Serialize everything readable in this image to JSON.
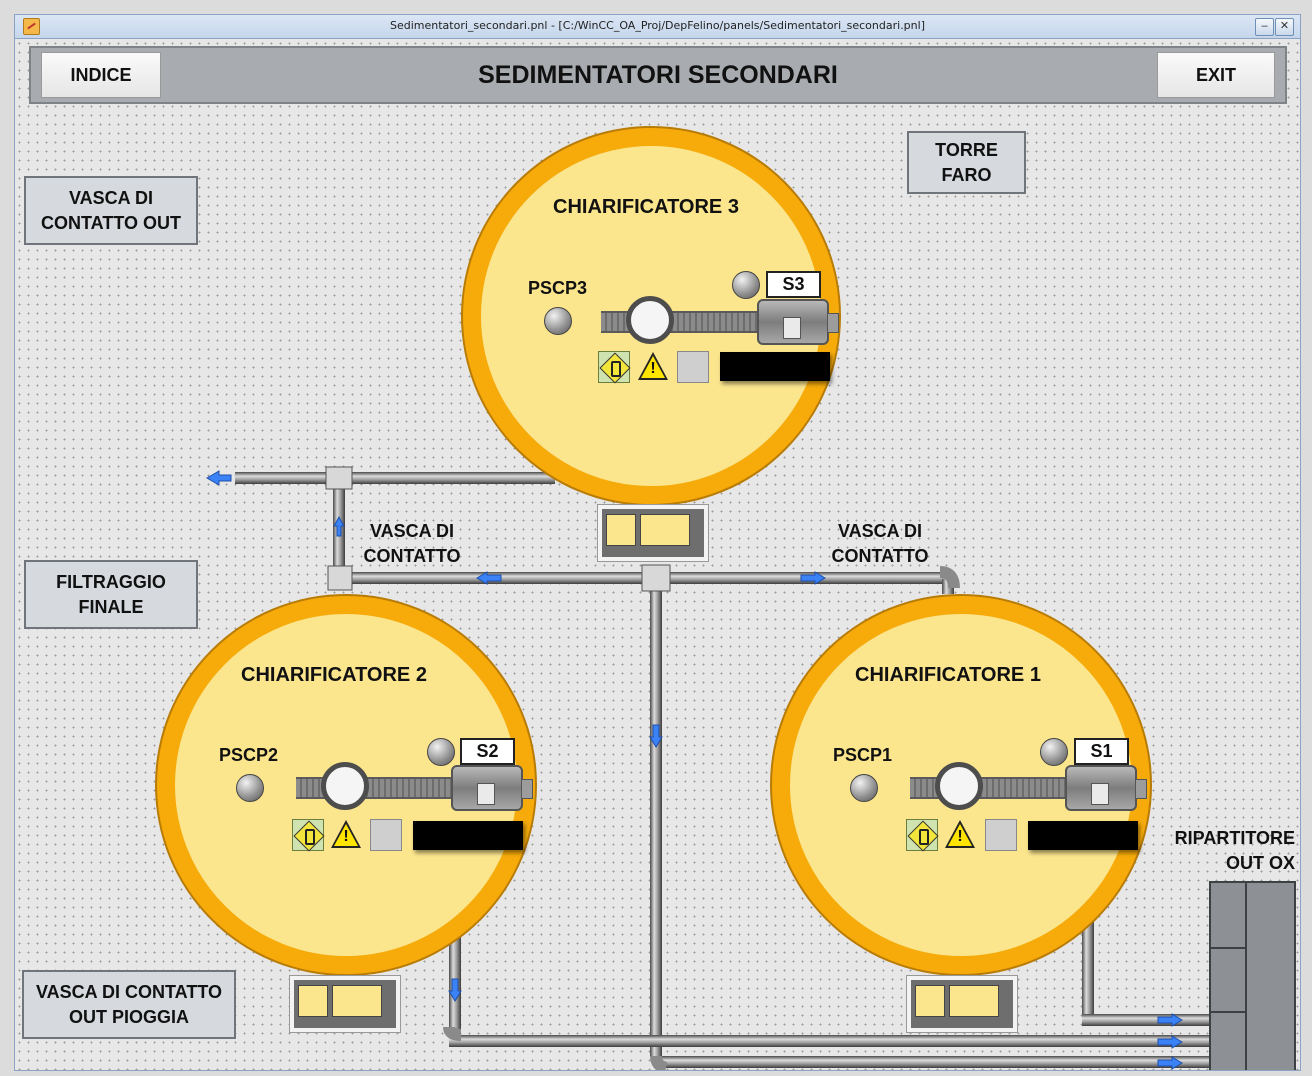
{
  "window": {
    "title": "Sedimentatori_secondari.pnl - [C:/WinCC_OA_Proj/DepFelino/panels/Sedimentatori_secondari.pnl]",
    "minimize_glyph": "–",
    "close_glyph": "✕"
  },
  "header": {
    "title": "SEDIMENTATORI SECONDARI",
    "indice_label": "INDICE",
    "exit_label": "EXIT"
  },
  "nav": {
    "vasca_contatto_out": "VASCA DI CONTATTO OUT",
    "filtraggio_finale": "FILTRAGGIO FINALE",
    "vasca_contatto_pioggia": "VASCA DI CONTATTO OUT PIOGGIA",
    "torre_faro": "TORRE FARO"
  },
  "labels": {
    "vasca_contatto_left": "VASCA DI CONTATTO",
    "vasca_contatto_right": "VASCA DI CONTATTO",
    "ripartitore": "RIPARTITORE OUT OX"
  },
  "clarifiers": {
    "c3": {
      "title": "CHIARIFICATORE 3",
      "pscp": "PSCP3",
      "motor": "S3"
    },
    "c2": {
      "title": "CHIARIFICATORE 2",
      "pscp": "PSCP2",
      "motor": "S2"
    },
    "c1": {
      "title": "CHIARIFICATORE 1",
      "pscp": "PSCP1",
      "motor": "S1"
    }
  },
  "icons": {
    "valve": "valve-status-icon",
    "warning": "warning-icon",
    "status_box": "status-box"
  },
  "colors": {
    "clarifier_fill": "#fbe58d",
    "clarifier_rim": "#f6ab0b",
    "pipe": "#7a7a7a",
    "flow_arrow": "#3b82f6"
  }
}
